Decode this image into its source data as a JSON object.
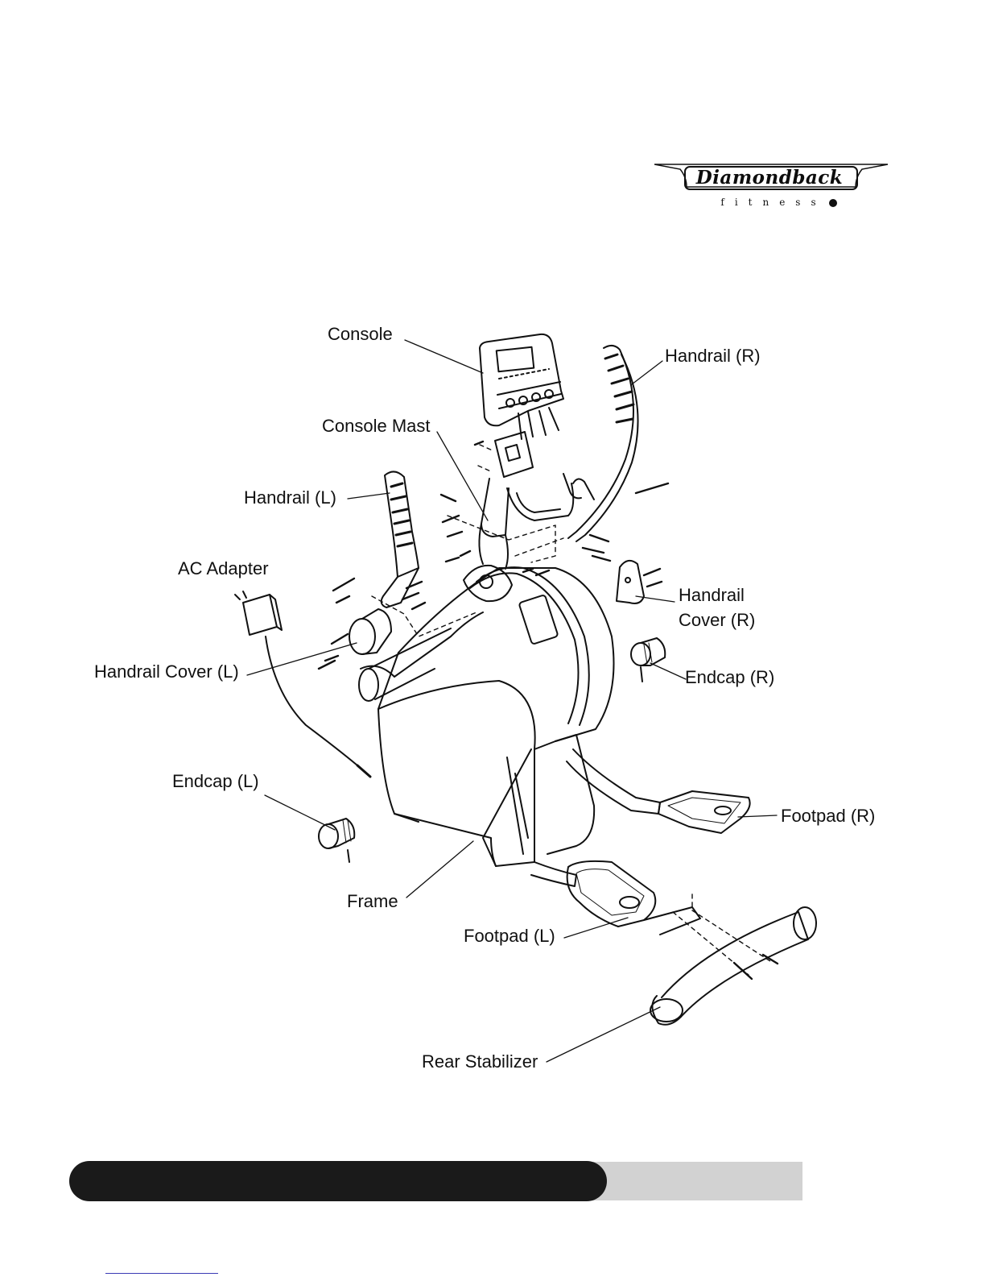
{
  "logo": {
    "name": "Diamondback",
    "subtitle": "fitness"
  },
  "callouts": {
    "console": "Console",
    "handrail_r": "Handrail (R)",
    "console_mast": "Console Mast",
    "handrail_l": "Handrail (L)",
    "ac_adapter": "AC Adapter",
    "handrail_cover_r_line1": "Handrail",
    "handrail_cover_r_line2": "Cover (R)",
    "handrail_cover_l": "Handrail Cover (L)",
    "endcap_r": "Endcap (R)",
    "endcap_l": "Endcap (L)",
    "footpad_r": "Footpad (R)",
    "frame": "Frame",
    "footpad_l": "Footpad (L)",
    "rear_stabilizer": "Rear Stabilizer"
  },
  "colors": {
    "ink": "#111111",
    "footer_dark": "#1a1a1a",
    "footer_light": "#d2d2d2"
  }
}
